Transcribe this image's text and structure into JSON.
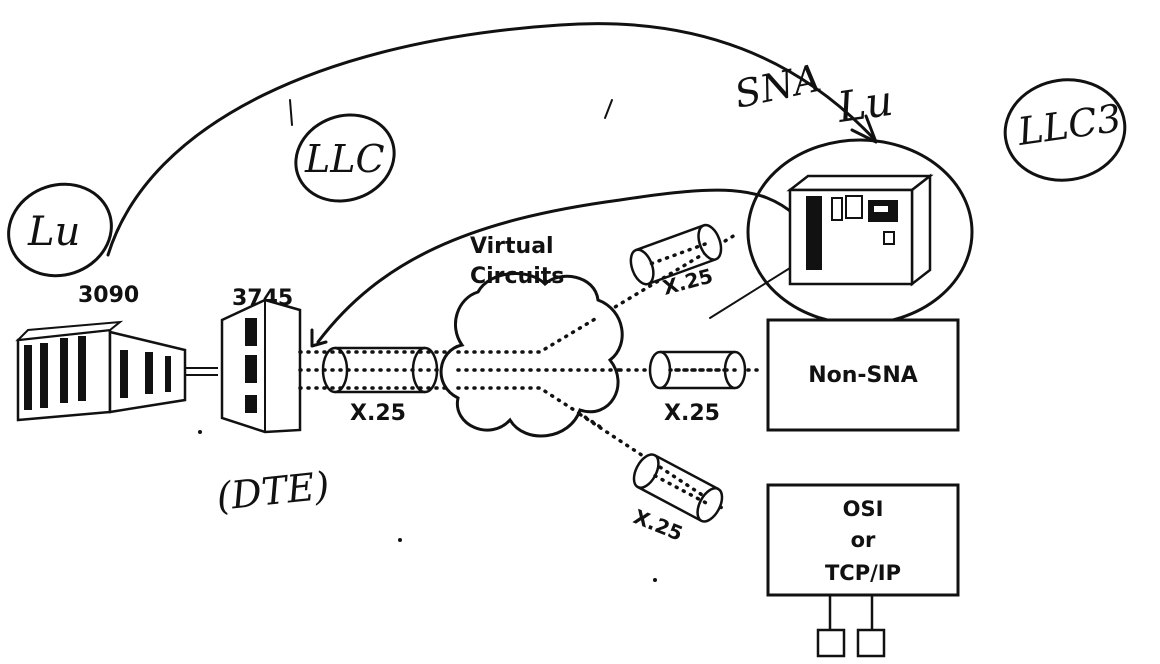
{
  "labels": {
    "mainframe": "3090",
    "fep": "3745",
    "cloud": [
      "Virtual",
      "Circuits"
    ],
    "x25_main": "X.25",
    "x25_top": "X.25",
    "x25_mid": "X.25",
    "x25_bot": "X.25",
    "non_sna": "Non-SNA",
    "osi": [
      "OSI",
      "or",
      "TCP/IP"
    ]
  },
  "annotations": {
    "lu_left": "Lu",
    "llc": "LLC",
    "sna": "SNA",
    "lu_right": "Lu",
    "llc3": "LLC3",
    "dte": "(DTE)"
  }
}
